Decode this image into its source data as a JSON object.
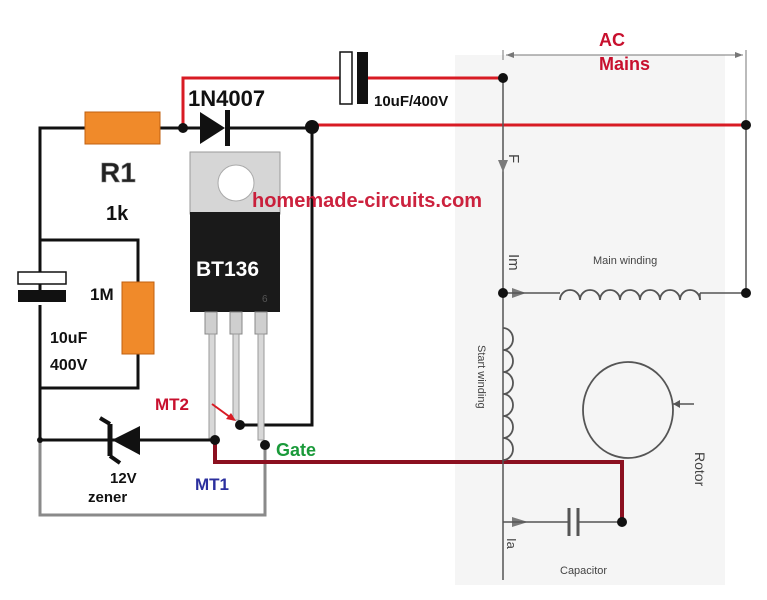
{
  "labels": {
    "ac_mains_line1": "AC",
    "ac_mains_line2": "Mains",
    "diode": "1N4007",
    "top_capacitor": "10uF/400V",
    "resistor_r1": "R1",
    "resistor_r1_value": "1k",
    "watermark": "homemade-circuits.com",
    "triac": "BT136",
    "resistor_1m": "1M",
    "cap_left_value": "10uF",
    "cap_left_voltage": "400V",
    "mt2": "MT2",
    "mt1": "MT1",
    "gate": "Gate",
    "zener_voltage": "12V",
    "zener": "zener",
    "current_f": "F",
    "current_im": "Im",
    "main_winding": "Main winding",
    "start_winding": "Start winding",
    "rotor": "Rotor",
    "current_ia": "Ia",
    "capacitor": "Capacitor"
  },
  "colors": {
    "wire_black": "#111111",
    "wire_red": "#d81b24",
    "wire_darkred": "#8b1020",
    "wire_gray": "#8a8a8a",
    "component_orange": "#f08a2a",
    "label_red": "#c8102e",
    "label_blue": "#2b2f9e",
    "label_green": "#1a9a3a",
    "motor_gray": "#606060"
  }
}
